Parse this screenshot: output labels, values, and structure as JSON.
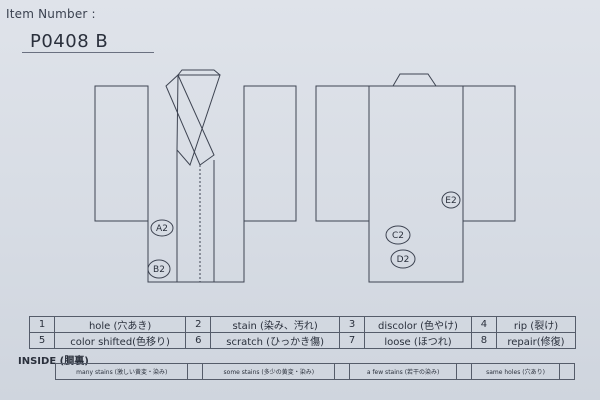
{
  "header": {
    "item_label": "Item Number :",
    "item_number": "P0408  B"
  },
  "marks": {
    "front": [
      "A2",
      "B2"
    ],
    "back": [
      "E2",
      "C2",
      "D2"
    ]
  },
  "legend": [
    {
      "num": "1",
      "label": "hole (穴あき)"
    },
    {
      "num": "2",
      "label": "stain (染み、汚れ)"
    },
    {
      "num": "3",
      "label": "discolor (色やけ)"
    },
    {
      "num": "4",
      "label": "rip (裂け)"
    },
    {
      "num": "5",
      "label": "color shifted(色移り)"
    },
    {
      "num": "6",
      "label": "scratch (ひっかき傷)"
    },
    {
      "num": "7",
      "label": "loose (ほつれ)"
    },
    {
      "num": "8",
      "label": "repair(修復)"
    }
  ],
  "inside": {
    "title": "INSIDE (胴裏)",
    "items": [
      "many stains (激しい黄変・染み)",
      "some stains (多少の黄変・染み)",
      "a few stains (若干の染み)",
      "same holes (穴あり)"
    ]
  },
  "colors": {
    "paper": "#dadee6",
    "line": "#3e4452"
  }
}
